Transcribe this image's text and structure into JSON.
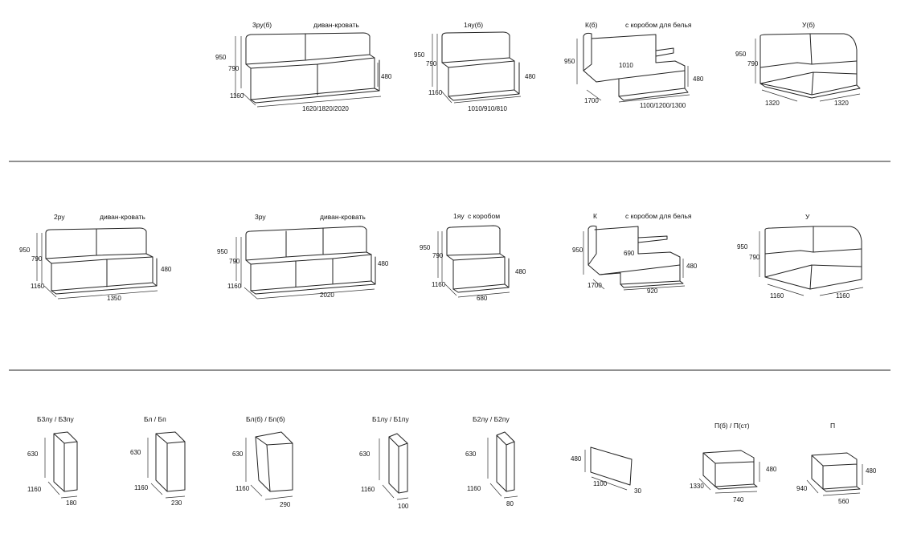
{
  "rows": [
    {
      "modules": [
        {
          "code": "3ру(б)",
          "note": "диван-кровать",
          "height_total": "950",
          "height_seat": "790",
          "height_arm": "480",
          "depth": "1160",
          "width": "1620/1820/2020"
        },
        {
          "code": "1яу(б)",
          "note": "",
          "height_total": "950",
          "height_seat": "790",
          "height_arm": "480",
          "depth": "1160",
          "width": "1010/910/810"
        },
        {
          "code": "К(б)",
          "note": "с коробом для белья",
          "height_total": "950",
          "inner": "1010",
          "height_arm": "480",
          "depth": "1700",
          "width": "1100/1200/1300"
        },
        {
          "code": "У(б)",
          "note": "",
          "height_total": "950",
          "height_seat": "790",
          "depth": "1320",
          "width": "1320"
        }
      ]
    },
    {
      "modules": [
        {
          "code": "2ру",
          "note": "диван-кровать",
          "height_total": "950",
          "height_seat": "790",
          "height_arm": "480",
          "depth": "1160",
          "width": "1350"
        },
        {
          "code": "3ру",
          "note": "диван-кровать",
          "height_total": "950",
          "height_seat": "790",
          "height_arm": "480",
          "depth": "1160",
          "width": "2020"
        },
        {
          "code": "1яу",
          "note": "с коробом",
          "height_total": "950",
          "height_seat": "790",
          "height_arm": "480",
          "depth": "1160",
          "width": "680"
        },
        {
          "code": "К",
          "note": "с коробом для белья",
          "height_total": "950",
          "inner": "690",
          "height_arm": "480",
          "depth": "1700",
          "width": "920"
        },
        {
          "code": "У",
          "note": "",
          "height_total": "950",
          "height_seat": "790",
          "depth": "1160",
          "width": "1160"
        }
      ]
    },
    {
      "modules": [
        {
          "code": "Б3лу / Б3пу",
          "height": "630",
          "depth": "1160",
          "width": "180"
        },
        {
          "code": "Бл / Бп",
          "height": "630",
          "depth": "1160",
          "width": "230"
        },
        {
          "code": "Бл(б) / Бп(б)",
          "height": "630",
          "depth": "1160",
          "width": "290"
        },
        {
          "code": "Б1лу / Б1пу",
          "height": "630",
          "depth": "1160",
          "width": "100"
        },
        {
          "code": "Б2лу / Б2пу",
          "height": "630",
          "depth": "1160",
          "width": "80"
        },
        {
          "code": "",
          "height": "480",
          "depth": "1100",
          "width": "30"
        },
        {
          "code": "П(б) / П(ст)",
          "height": "480",
          "depth": "1330",
          "width": "740"
        },
        {
          "code": "П",
          "height": "480",
          "depth": "940",
          "width": "560"
        }
      ]
    }
  ]
}
